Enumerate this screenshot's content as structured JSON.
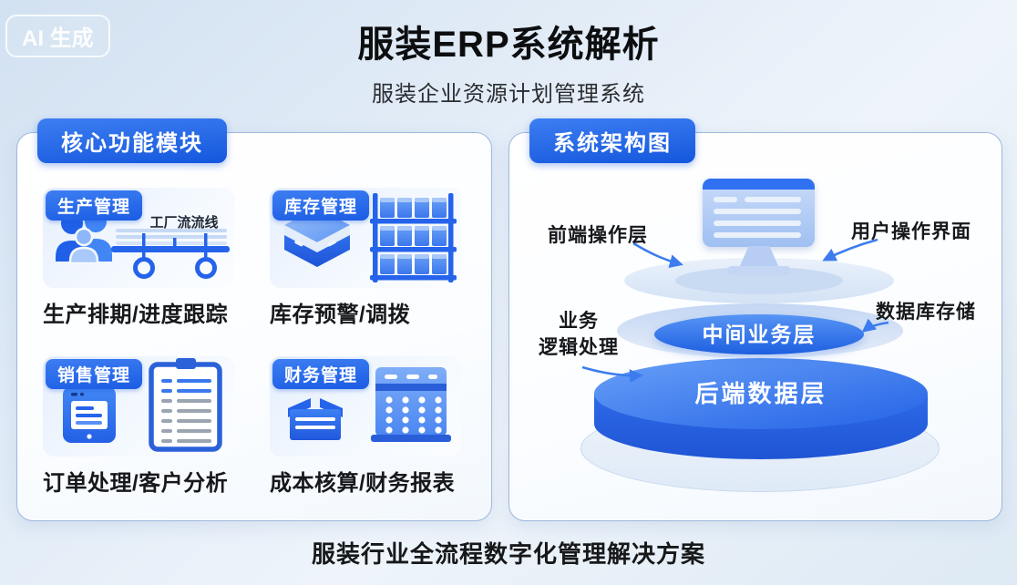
{
  "watermark": {
    "label": "AI 生成"
  },
  "header": {
    "title": "服装ERP系统解析",
    "subtitle": "服装企业资源计划管理系统"
  },
  "footer": {
    "text": "服装行业全流程数字化管理解决方案"
  },
  "colors": {
    "badge_blue": "#1b5ce4",
    "icon_blue": "#2563eb",
    "layer_blue": "#2a66e8",
    "light_disc": "#d3e2f5",
    "arrow_blue": "#3c7cee",
    "panel_border": "#9db8de",
    "text_dark": "#17181c"
  },
  "left_panel": {
    "header": "核心功能模块",
    "modules": [
      {
        "badge": "生产管理",
        "caption": "生产排期/进度跟踪",
        "icon": "team-and-conveyor-icon",
        "conveyor_label": "工厂流流线"
      },
      {
        "badge": "库存管理",
        "caption": "库存预警/调拨",
        "icon": "stacked-boxes-and-shelf-icon"
      },
      {
        "badge": "销售管理",
        "caption": "订单处理/客户分析",
        "icon": "tablet-and-clipboard-icon"
      },
      {
        "badge": "财务管理",
        "caption": "成本核算/财务报表",
        "icon": "cashbox-and-calculator-icon"
      }
    ]
  },
  "right_panel": {
    "header": "系统架构图",
    "monitor_icon": "computer-monitor-icon",
    "layers": {
      "middle": "中间业务层",
      "back": "后端数据层"
    },
    "callouts": {
      "front_layer": "前端操作层",
      "user_interface": "用户操作界面",
      "business_logic_line1": "业务",
      "business_logic_line2": "逻辑处理",
      "database_storage": "数据库存储"
    }
  }
}
